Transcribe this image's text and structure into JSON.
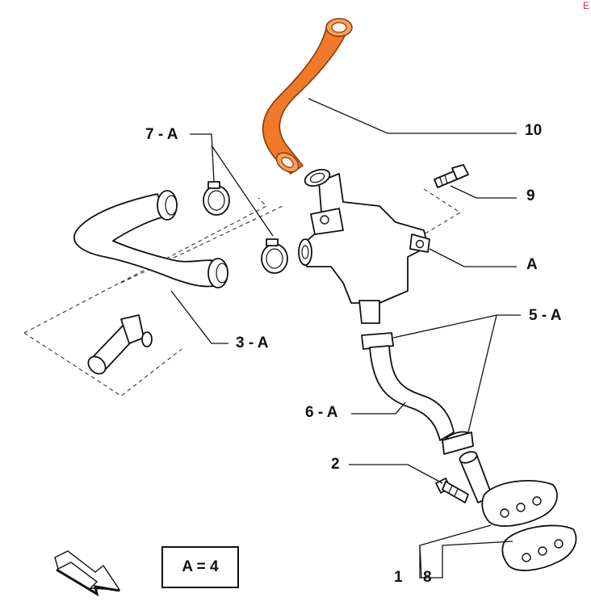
{
  "callouts": {
    "c10": "10",
    "c7a": "7 - A",
    "c9": "9",
    "cA": "A",
    "c5a": "5 - A",
    "c3a": "3 - A",
    "c6a": "6 - A",
    "c2": "2",
    "c1": "1",
    "c8": "8"
  },
  "legend": {
    "text": "A = 4"
  },
  "corner_mark": "E",
  "colors": {
    "highlight_hose": "#f07a2a",
    "line": "#111111",
    "background": "#ffffff"
  }
}
